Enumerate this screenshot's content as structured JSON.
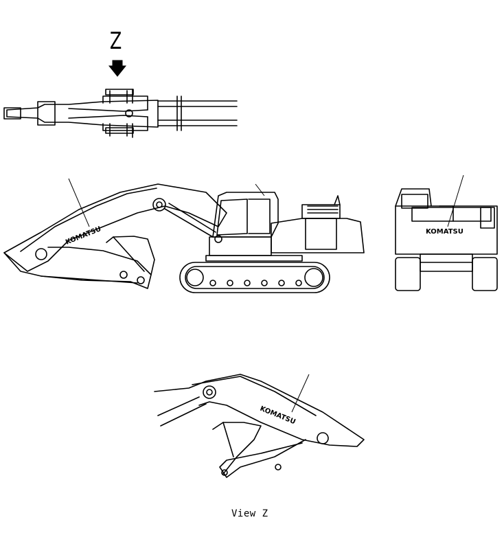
{
  "labels": {
    "view_arrow": "Z",
    "view_caption": "View Z"
  },
  "logo_text": "KOMATSU",
  "colors": {
    "ink": "#000000",
    "paper": "#ffffff"
  }
}
